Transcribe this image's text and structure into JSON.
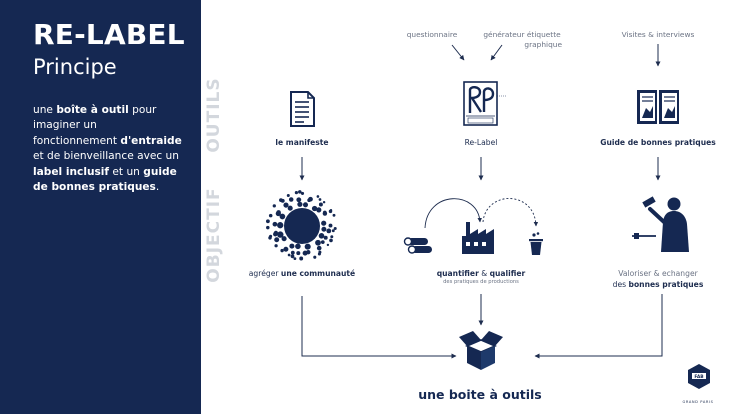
{
  "sidebar": {
    "title": "RE-LABEL",
    "subtitle": "Principe",
    "intro": [
      [
        {
          "t": "une ",
          "b": false
        },
        {
          "t": "boîte à outil",
          "b": true
        },
        {
          "t": " pour",
          "b": false
        }
      ],
      [
        {
          "t": "imaginer un",
          "b": false
        }
      ],
      [
        {
          "t": "fonctionnement ",
          "b": false
        },
        {
          "t": "d'entraide",
          "b": true
        }
      ],
      [
        {
          "t": "et de bienveillance avec un",
          "b": false
        }
      ],
      [
        {
          "t": "label inclusif",
          "b": true
        },
        {
          "t": " et un ",
          "b": false
        },
        {
          "t": "guide",
          "b": true
        }
      ],
      [
        {
          "t": "de bonnes pratiques",
          "b": true
        },
        {
          "t": ".",
          "b": false
        }
      ]
    ]
  },
  "rows": {
    "outils": "OUTILS",
    "objectif": "OBJECTIF"
  },
  "inputs": {
    "questionnaire": "questionnaire",
    "generateur_line1": "générateur étiquette",
    "generateur_line2": "graphique",
    "visites": "Visites & interviews"
  },
  "tools": {
    "manifeste": "le manifeste",
    "relabel": "Re-Label",
    "guide": "Guide de bonnes pratiques"
  },
  "objectives": {
    "communaute": [
      {
        "t": "agréger ",
        "b": false
      },
      {
        "t": "une communauté",
        "b": true
      }
    ],
    "quantifier": [
      {
        "t": "quantifier",
        "b": true
      },
      {
        "t": " & ",
        "b": false
      },
      {
        "t": "qualifier",
        "b": true
      }
    ],
    "quantifier_sub": "des pratiques de productions",
    "valoriser_line1": "Valoriser & echanger",
    "valoriser_line2": [
      {
        "t": "des ",
        "b": false
      },
      {
        "t": "bonnes pratiques",
        "b": true
      }
    ]
  },
  "result": "une boite à outils",
  "logo": {
    "mark": "FAB",
    "caption": "GRAND PARIS"
  },
  "colors": {
    "navy": "#152852",
    "ink": "#1e2d4f",
    "muted": "#6b7384",
    "ghost": "#d3d7dd"
  },
  "icons": [
    "document-icon",
    "relabel-logo-icon",
    "book-icon",
    "community-dots-icon",
    "logs-icon",
    "factory-icon",
    "trash-bin-icon",
    "craftsman-icon",
    "open-box-icon",
    "fab-logo-icon"
  ]
}
